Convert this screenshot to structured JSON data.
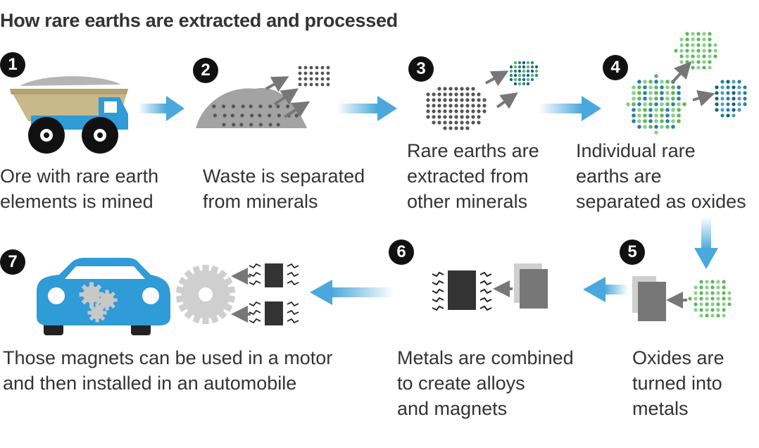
{
  "title": "How rare earths are extracted and processed",
  "colors": {
    "arrow": "#4aa8dc",
    "truck_bed": "#c9b98a",
    "truck_body": "#2f9bd7",
    "ore": "#9a9a9a",
    "green": "#5cb85c",
    "teal": "#2a7fa0",
    "dark_block": "#333333",
    "grey_block": "#777777",
    "car": "#2f9bd7"
  },
  "steps": [
    {
      "number": "1",
      "lines": [
        "Ore with rare earth",
        "elements is mined"
      ]
    },
    {
      "number": "2",
      "lines": [
        "Waste is separated",
        "from minerals"
      ]
    },
    {
      "number": "3",
      "lines": [
        "Rare earths are",
        "extracted from",
        "other minerals"
      ]
    },
    {
      "number": "4",
      "lines": [
        "Individual rare",
        "earths are",
        "separated as oxides"
      ]
    },
    {
      "number": "5",
      "lines": [
        "Oxides are",
        "turned into",
        "metals"
      ]
    },
    {
      "number": "6",
      "lines": [
        "Metals are combined",
        "to create alloys",
        "and magnets"
      ]
    },
    {
      "number": "7",
      "lines": [
        "Those magnets can be used in a motor",
        "and then installed in an automobile"
      ]
    }
  ]
}
